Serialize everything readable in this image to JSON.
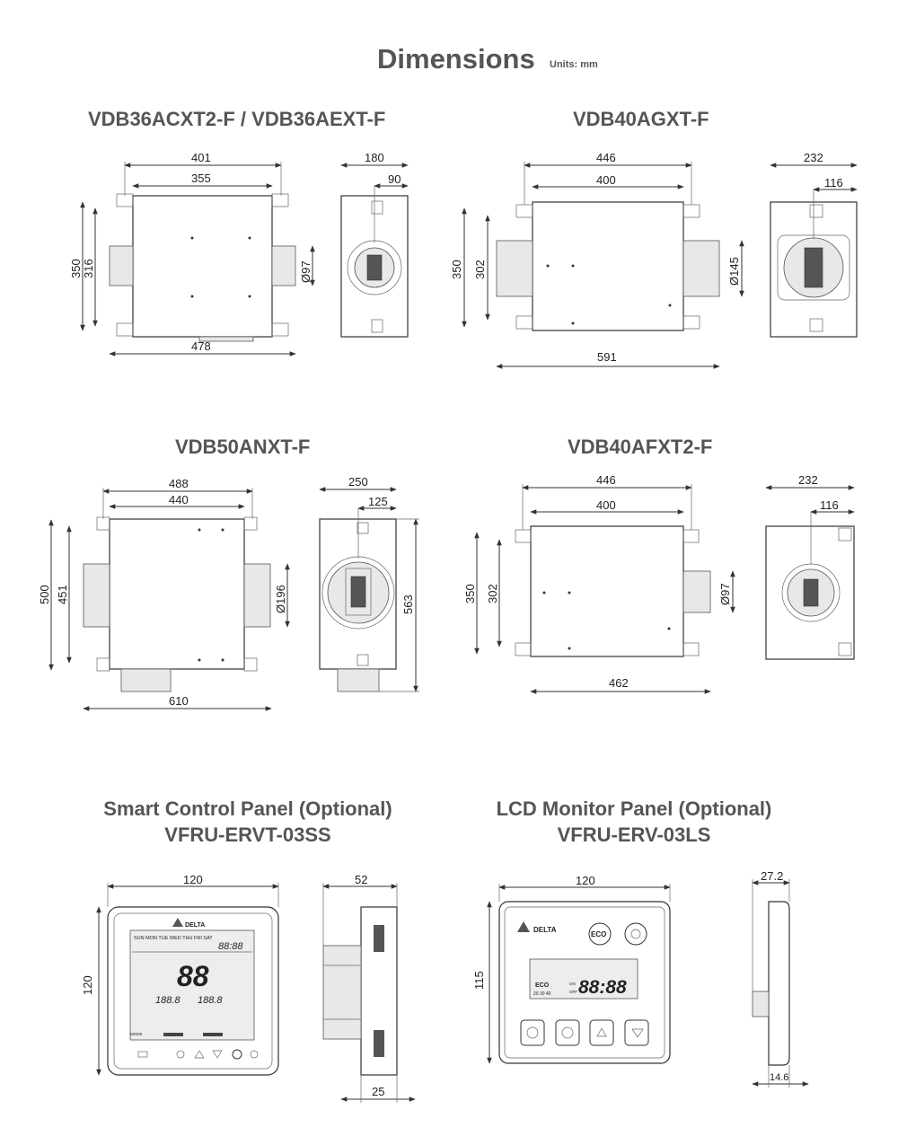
{
  "header": {
    "title": "Dimensions",
    "units": "Units: mm"
  },
  "models": {
    "m1": {
      "name": "VDB36ACXT2-F / VDB36AEXT-F",
      "dims": {
        "w_outer": "401",
        "w_inner": "355",
        "h_outer": "350",
        "h_inner": "316",
        "total": "478",
        "duct": "Ø97",
        "depth": "180",
        "half": "90"
      }
    },
    "m2": {
      "name": "VDB40AGXT-F",
      "dims": {
        "w_outer": "446",
        "w_inner": "400",
        "h_outer": "350",
        "h_inner": "302",
        "total": "591",
        "duct": "Ø145",
        "depth": "232",
        "half": "116"
      }
    },
    "m3": {
      "name": "VDB50ANXT-F",
      "dims": {
        "w_outer": "488",
        "w_inner": "440",
        "h_outer": "500",
        "h_inner": "451",
        "total": "610",
        "duct": "Ø196",
        "depth": "250",
        "half": "125",
        "side_h": "563"
      }
    },
    "m4": {
      "name": "VDB40AFXT2-F",
      "dims": {
        "w_outer": "446",
        "w_inner": "400",
        "h_outer": "350",
        "h_inner": "302",
        "total": "462",
        "duct": "Ø97",
        "depth": "232",
        "half": "116"
      }
    }
  },
  "panels": {
    "smart": {
      "line1": "Smart Control Panel (Optional)",
      "line2": "VFRU-ERVT-03SS",
      "dims": {
        "width": "120",
        "height": "120",
        "depth": "52",
        "depth_small": "25"
      },
      "screen": {
        "brand": "DELTA",
        "days": "SUN MON TUE WED THU FRI SAT",
        "clock": "88:88",
        "big": "88",
        "left": "188.8",
        "right": "188.8",
        "mode": "MODE"
      }
    },
    "lcd": {
      "line1": "LCD Monitor Panel (Optional)",
      "line2": "VFRU-ERV-03LS",
      "dims": {
        "width": "120",
        "height": "115",
        "depth": "27.2",
        "depth_small": "14.6"
      },
      "screen": {
        "brand": "DELTA",
        "eco": "ECO",
        "clock": "88:88",
        "eco_lcd": "ECO",
        "on": "ON",
        "off": "OFF",
        "speeds": "20 30 40"
      }
    }
  }
}
